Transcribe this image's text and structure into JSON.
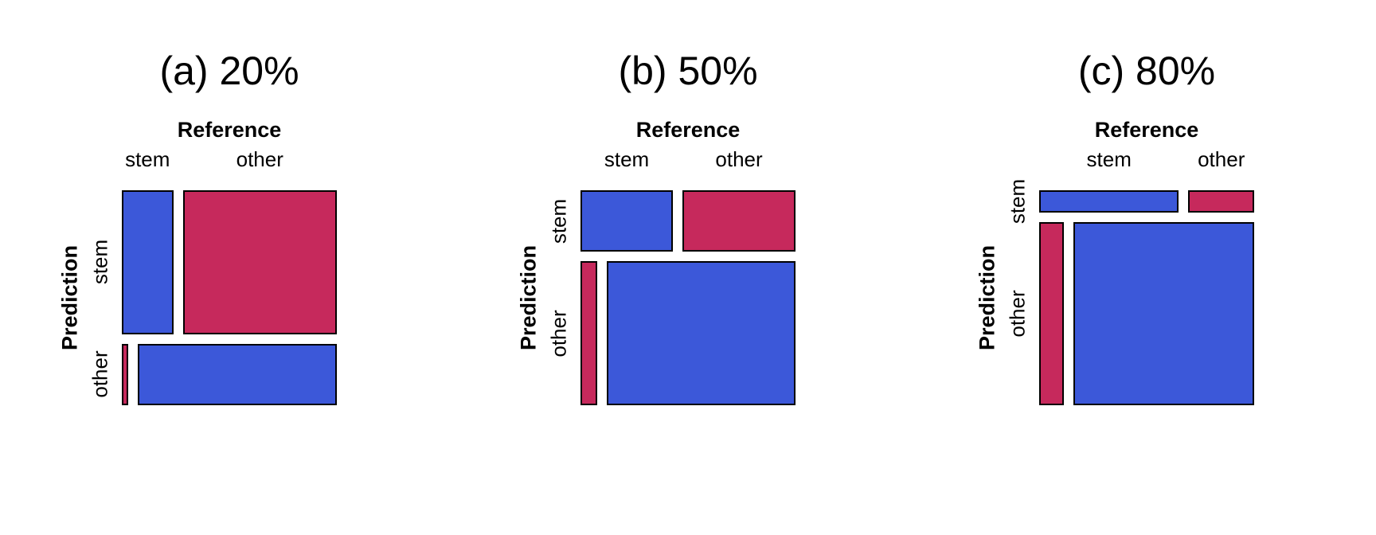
{
  "figure": {
    "background": "#ffffff",
    "cell_colors": {
      "correct": "#3C58D9",
      "error": "#C6295C"
    },
    "cell_border_color": "#000000"
  },
  "chart_data": [
    {
      "type": "mosaic",
      "title": "(a) 20%",
      "col_axis": "Reference",
      "row_axis": "Prediction",
      "col_categories": [
        "stem",
        "other"
      ],
      "row_categories": [
        "stem",
        "other"
      ],
      "rows": [
        {
          "prediction": "stem",
          "height_frac": 0.7,
          "cells": [
            {
              "reference": "stem",
              "width_frac": 0.25,
              "status": "correct"
            },
            {
              "reference": "other",
              "width_frac": 0.75,
              "status": "error"
            }
          ]
        },
        {
          "prediction": "other",
          "height_frac": 0.3,
          "cells": [
            {
              "reference": "stem",
              "width_frac": 0.03,
              "status": "error"
            },
            {
              "reference": "other",
              "width_frac": 0.97,
              "status": "correct"
            }
          ]
        }
      ]
    },
    {
      "type": "mosaic",
      "title": "(b) 50%",
      "col_axis": "Reference",
      "row_axis": "Prediction",
      "col_categories": [
        "stem",
        "other"
      ],
      "row_categories": [
        "stem",
        "other"
      ],
      "rows": [
        {
          "prediction": "stem",
          "height_frac": 0.3,
          "cells": [
            {
              "reference": "stem",
              "width_frac": 0.45,
              "status": "correct"
            },
            {
              "reference": "other",
              "width_frac": 0.55,
              "status": "error"
            }
          ]
        },
        {
          "prediction": "other",
          "height_frac": 0.7,
          "cells": [
            {
              "reference": "stem",
              "width_frac": 0.08,
              "status": "error"
            },
            {
              "reference": "other",
              "width_frac": 0.92,
              "status": "correct"
            }
          ]
        }
      ]
    },
    {
      "type": "mosaic",
      "title": "(c) 80%",
      "col_axis": "Reference",
      "row_axis": "Prediction",
      "col_categories": [
        "stem",
        "other"
      ],
      "row_categories": [
        "stem",
        "other"
      ],
      "rows": [
        {
          "prediction": "stem",
          "height_frac": 0.11,
          "cells": [
            {
              "reference": "stem",
              "width_frac": 0.68,
              "status": "correct"
            },
            {
              "reference": "other",
              "width_frac": 0.32,
              "status": "error"
            }
          ]
        },
        {
          "prediction": "other",
          "height_frac": 0.89,
          "cells": [
            {
              "reference": "stem",
              "width_frac": 0.12,
              "status": "error"
            },
            {
              "reference": "other",
              "width_frac": 0.88,
              "status": "correct"
            }
          ]
        }
      ]
    }
  ]
}
